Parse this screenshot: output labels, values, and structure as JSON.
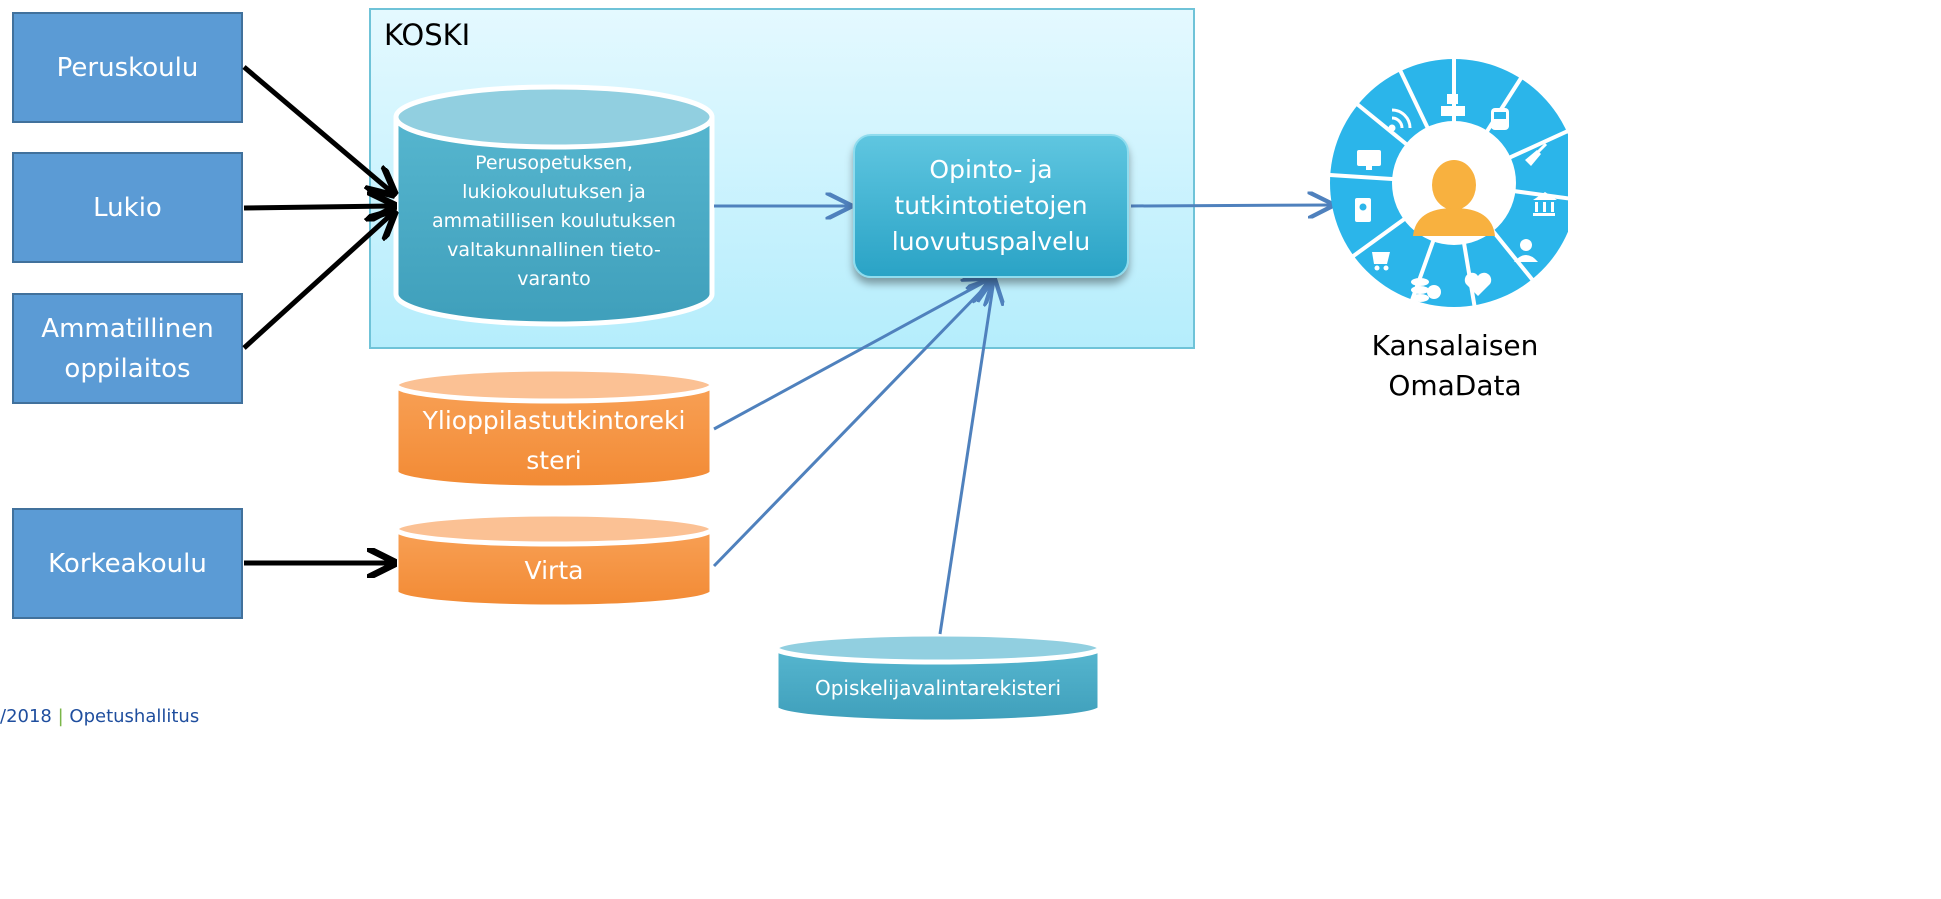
{
  "sources": {
    "peruskoulu": "Peruskoulu",
    "lukio": "Lukio",
    "ammatillinen": "Ammatillinen\noppilaitos",
    "korkeakoulu": "Korkeakoulu"
  },
  "koski": {
    "title": "KOSKI",
    "database_text": "Perusopetuksen,\nlukiokoulutuksen ja\nammatillisen koulutuksen\nvaltakunnallinen tieto-\nvaranto"
  },
  "service": {
    "label": "Opinto- ja\ntutkintotietojen\nluovutuspalvelu"
  },
  "registries": {
    "ylioppilas": "Ylioppilastutkintoreki\nsteri",
    "virta": "Virta",
    "opiskelijavalinta": "Opiskelijavalintarekisteri"
  },
  "omadata": {
    "label": "Kansalaisen\nOmaData",
    "icons": [
      "wifi-icon",
      "abc-blocks-icon",
      "tram-icon",
      "plug-icon",
      "bank-icon",
      "star-person-icon",
      "heart-plus-icon",
      "coins-euro-icon",
      "shopping-cart-icon",
      "map-pin-phone-icon",
      "monitor-chat-icon"
    ]
  },
  "footer": {
    "date": "/2018",
    "separator": "|",
    "org": "Opetushallitus"
  },
  "colors": {
    "source_box": "#5b9bd5",
    "koski_db": "#4bacc6",
    "registry": "#f79646",
    "arrow_black": "#000000",
    "arrow_blue": "#4f81bd",
    "omadata_circle": "#2bb5ea",
    "person": "#f8b13f"
  }
}
